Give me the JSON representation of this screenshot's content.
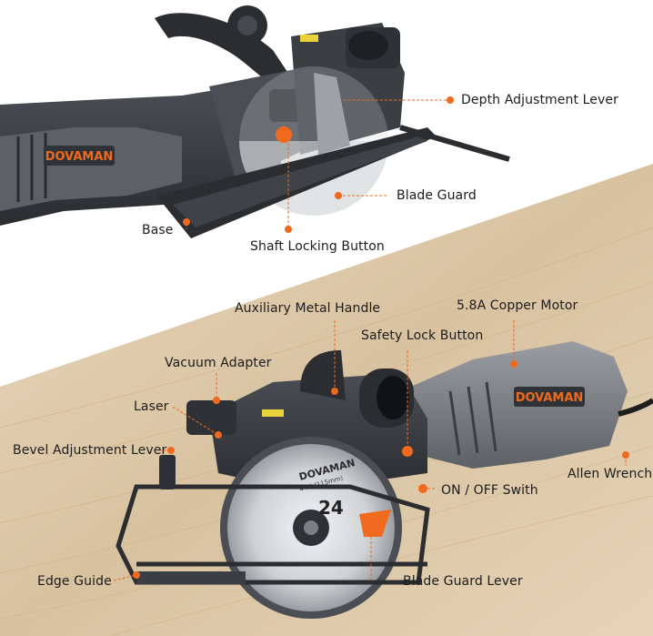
{
  "colors": {
    "accent": "#ef6a1f",
    "tool_body": "#3a3d42",
    "tool_grey": "#808489",
    "wood": "#ddc7a6"
  },
  "brand": "DOVAMAN",
  "blade_text": {
    "brand": "DOVAMAN",
    "size": "4½\" (115mm)",
    "teeth": "24"
  },
  "labels": {
    "depth_adjustment_lever": "Depth Adjustment Lever",
    "blade_guard": "Blade Guard",
    "base": "Base",
    "shaft_locking_button": "Shaft Locking Button",
    "auxiliary_metal_handle": "Auxiliary Metal Handle",
    "copper_motor": "5.8A Copper Motor",
    "safety_lock_button": "Safety Lock Button",
    "vacuum_adapter": "Vacuum Adapter",
    "laser": "Laser",
    "bevel_adjustment_lever": "Bevel Adjustment Lever",
    "allen_wrench": "Allen Wrench",
    "on_off_switch": "ON / OFF Swith",
    "edge_guide": "Edge Guide",
    "blade_guard_lever": "Blade Guard Lever"
  }
}
